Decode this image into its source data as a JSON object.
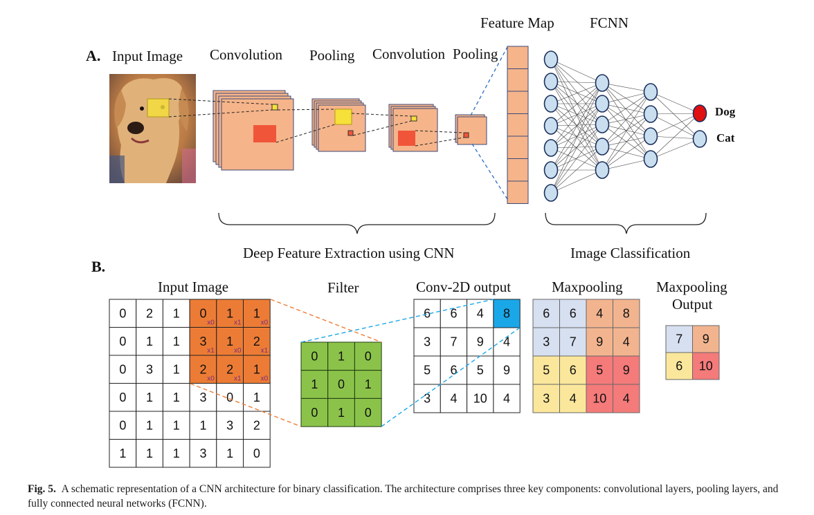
{
  "part_a": {
    "panel_label": "A.",
    "input_image": "Input Image",
    "convolution_1": "Convolution",
    "pooling_1": "Pooling",
    "convolution_2": "Convolution",
    "pooling_2": "Pooling",
    "feature_map": "Feature Map",
    "fcnn": "FCNN",
    "output_dog": "Dog",
    "output_cat": "Cat",
    "brace_feature_extraction": "Deep Feature Extraction using CNN",
    "brace_classification": "Image Classification",
    "colors": {
      "feature": "#f5b48a",
      "highlight_yellow": "#f6e03a",
      "highlight_red": "#f0553a",
      "node": "#c9dff0",
      "node_active": "#e01010"
    }
  },
  "part_b": {
    "panel_label": "B.",
    "input_title": "Input Image",
    "filter_title": "Filter",
    "conv_title": "Conv-2D output",
    "maxpool_title": "Maxpooling",
    "maxpool_output_title_1": "Maxpooling",
    "maxpool_output_title_2": "Output",
    "input_grid": [
      [
        "0",
        "2",
        "1",
        "0",
        "1",
        "1"
      ],
      [
        "0",
        "1",
        "1",
        "3",
        "1",
        "2"
      ],
      [
        "0",
        "3",
        "1",
        "2",
        "2",
        "1"
      ],
      [
        "0",
        "1",
        "1",
        "3",
        "0",
        "1"
      ],
      [
        "0",
        "1",
        "1",
        "1",
        "3",
        "2"
      ],
      [
        "1",
        "1",
        "1",
        "3",
        "1",
        "0"
      ]
    ],
    "input_subscripts": [
      [
        "x0",
        "x1",
        "x0"
      ],
      [
        "x1",
        "x0",
        "x1"
      ],
      [
        "x0",
        "x1",
        "x0"
      ]
    ],
    "filter_grid": [
      [
        "0",
        "1",
        "0"
      ],
      [
        "1",
        "0",
        "1"
      ],
      [
        "0",
        "1",
        "0"
      ]
    ],
    "conv_grid": [
      [
        "6",
        "6",
        "4",
        "8"
      ],
      [
        "3",
        "7",
        "9",
        "4"
      ],
      [
        "5",
        "6",
        "5",
        "9"
      ],
      [
        "3",
        "4",
        "10",
        "4"
      ]
    ],
    "maxpool_grid": [
      [
        "6",
        "6",
        "4",
        "8"
      ],
      [
        "3",
        "7",
        "9",
        "4"
      ],
      [
        "5",
        "6",
        "5",
        "9"
      ],
      [
        "3",
        "4",
        "10",
        "4"
      ]
    ],
    "maxpool_output_grid": [
      [
        "7",
        "9"
      ],
      [
        "6",
        "10"
      ]
    ],
    "colors": {
      "input_highlight": "#ec7c35",
      "filter": "#8bc34a",
      "conv_highlight": "#1aa7e8",
      "q_blue": "#d6e0f0",
      "q_orange": "#f2b48f",
      "q_yellow": "#fbe79c",
      "q_red": "#f57a7a"
    }
  },
  "caption": {
    "label": "Fig. 5.",
    "text": "A schematic representation of a CNN architecture for binary classification. The architecture comprises three key components: convolutional layers, pooling layers, and fully connected neural networks (FCNN)."
  }
}
